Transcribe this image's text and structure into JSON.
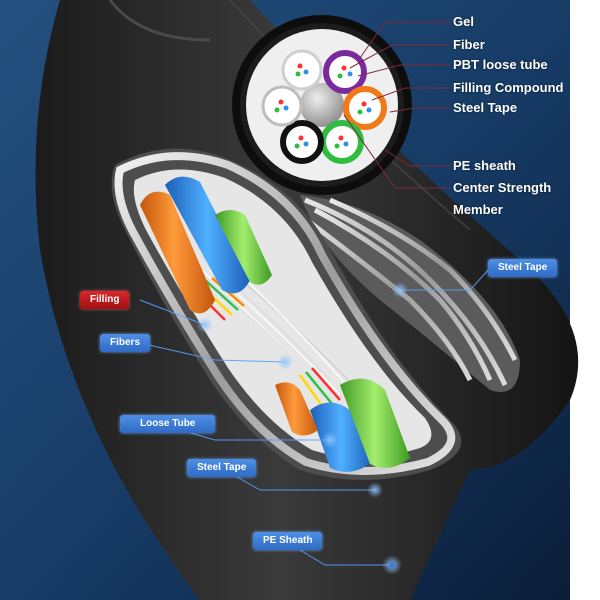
{
  "colors": {
    "background_top": "#1b3e68",
    "background_bottom": "#0c1e3a",
    "cable_sheath": "#2a2a2a",
    "steel_tape": "#c9c9c9",
    "tube_orange": "#f07a1a",
    "tube_blue": "#2f8ee8",
    "tube_green": "#6fd34a",
    "callout_blue": "#3b7fd9",
    "callout_red": "#c01518"
  },
  "cross_section_labels": [
    {
      "id": "gel",
      "text": "Gel"
    },
    {
      "id": "fiber",
      "text": "Fiber"
    },
    {
      "id": "pbt-loose-tube",
      "text": "PBT loose tube"
    },
    {
      "id": "filling-compound",
      "text": "Filling Compound"
    },
    {
      "id": "steel-tape",
      "text": "Steel Tape"
    },
    {
      "id": "pe-sheath",
      "text": "PE sheath"
    },
    {
      "id": "center-strength-member-1",
      "text": "Center Strength"
    },
    {
      "id": "center-strength-member-2",
      "text": "Member"
    }
  ],
  "cutaway_tags": [
    {
      "id": "filling",
      "text": "Filling",
      "style": "red"
    },
    {
      "id": "fibers",
      "text": "Fibers",
      "style": "blue"
    },
    {
      "id": "loose-tube",
      "text": "Loose Tube",
      "style": "blue"
    },
    {
      "id": "steel-tape-lower",
      "text": "Steel Tape",
      "style": "blue"
    },
    {
      "id": "pe-sheath-lower",
      "text": "PE Sheath",
      "style": "blue"
    },
    {
      "id": "steel-tape-right",
      "text": "Steel Tape",
      "style": "blue"
    }
  ]
}
